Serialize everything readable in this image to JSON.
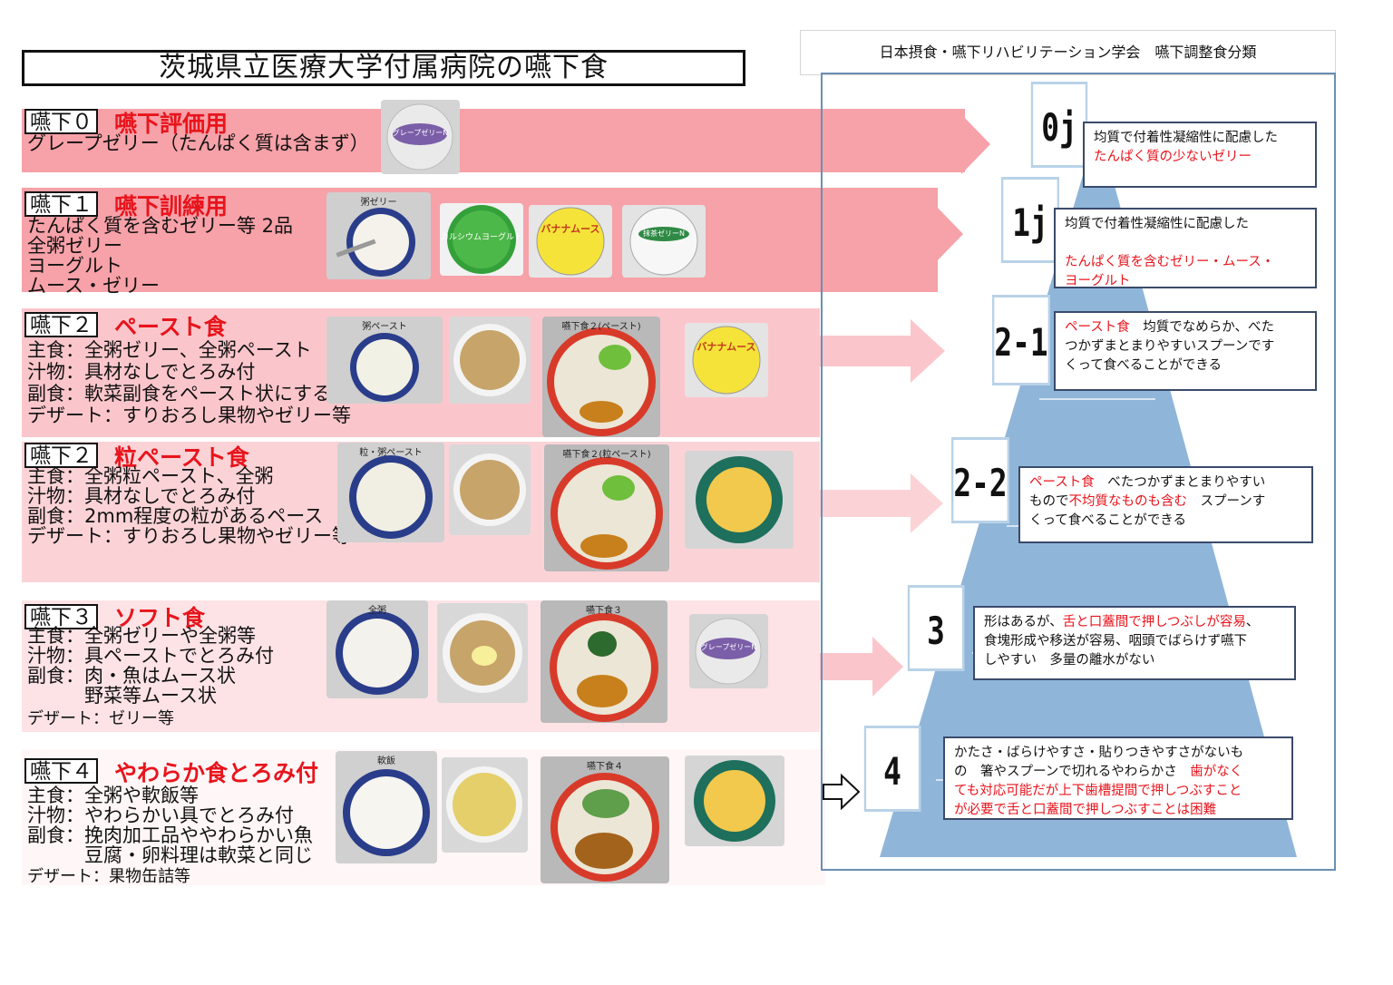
{
  "title": "茨城県立医療大学付属病院の嚥下食",
  "classification_header": "日本摂食・嚥下リハビリテーション学会　嚥下調整食分類",
  "colors": {
    "accent_red": "#e8141c",
    "band_pink": "#f7a1a8",
    "pyramid_blue": "#8fb6d9"
  },
  "rows": [
    {
      "tag": "嚥下０",
      "title": "嚥下評価用",
      "lines": [
        "グレープゼリー（たんぱく質は含まず）"
      ],
      "photo_labels": [
        "グレープゼリーN"
      ]
    },
    {
      "tag": "嚥下１",
      "title": "嚥下訓練用",
      "lines": [
        "たんぱく質を含むゼリー等 2品",
        "全粥ゼリー",
        "ヨーグルト",
        "ムース・ゼリー"
      ],
      "photo_labels": [
        "粥ゼリー",
        "カルシウムヨーグルト",
        "バナナムース",
        "抹茶ゼリーN"
      ]
    },
    {
      "tag": "嚥下２",
      "title": "ペースト食",
      "lines": [
        "主食：全粥ゼリー、全粥ペースト",
        "汁物：具材なしでとろみ付",
        "副食：軟菜副食をペースト状にする",
        "デザート：すりおろし果物やゼリー等"
      ],
      "photo_labels": [
        "粥ペースト",
        "",
        "嚥下食２(ペースト)",
        "バナナムース"
      ]
    },
    {
      "tag": "嚥下２",
      "title": "粒ペースト食",
      "lines": [
        "主食：全粥粒ペースト、全粥",
        "汁物：具材なしでとろみ付",
        "副食：2mm程度の粒があるペース",
        "デザート：すりおろし果物やゼリー等"
      ],
      "photo_labels": [
        "粒・粥ペースト",
        "",
        "嚥下食２(粒ペースト)",
        ""
      ]
    },
    {
      "tag": "嚥下３",
      "title": "ソフト食",
      "lines": [
        "主食：全粥ゼリーや全粥等",
        "汁物：具ペーストでとろみ付",
        "副食：肉・魚はムース状",
        "　　　野菜等ムース状",
        "デザート：ゼリー等"
      ],
      "photo_labels": [
        "全粥",
        "",
        "嚥下食３",
        "グレープゼリーN"
      ]
    },
    {
      "tag": "嚥下４",
      "title": "やわらか食とろみ付",
      "lines": [
        "主食：全粥や軟飯等",
        "汁物：やわらかい具でとろみ付",
        "副食：挽肉加工品ややわらかい魚",
        "　　　豆腐・卵料理は軟菜と同じ",
        "デザート：果物缶詰等"
      ],
      "photo_labels": [
        "軟飯",
        "",
        "嚥下食４",
        ""
      ]
    }
  ],
  "levels": [
    {
      "code": "0j",
      "text": [
        {
          "t": "均質で付着性凝縮性に配慮した",
          "red": false
        },
        {
          "t": "\nたんぱく質の少ないゼリー",
          "red": true
        }
      ]
    },
    {
      "code": "1j",
      "text": [
        {
          "t": "均質で付着性凝縮性に配慮した",
          "red": false
        },
        {
          "t": "\nたんぱく質を含むゼリー・ムース・\nヨーグルト",
          "red": true
        }
      ]
    },
    {
      "code": "2-1",
      "text": [
        {
          "t": "ペースト食",
          "red": true
        },
        {
          "t": "　均質でなめらか、べた\nつかずまとまりやすいスプーンです\nくって食べることができる",
          "red": false
        }
      ]
    },
    {
      "code": "2-2",
      "text": [
        {
          "t": "ペースト食",
          "red": true
        },
        {
          "t": "　べたつかずまとまりやすい\nもので",
          "red": false
        },
        {
          "t": "不均質なものも含む",
          "red": true
        },
        {
          "t": "　スプーンす\nくって食べることができる",
          "red": false
        }
      ]
    },
    {
      "code": "3",
      "text": [
        {
          "t": "形はあるが、",
          "red": false
        },
        {
          "t": "舌と口蓋間で押しつぶしが容易",
          "red": true
        },
        {
          "t": "、\n食塊形成や移送が容易、咽頭でばらけず嚥下\nしやすい　多量の離水がない",
          "red": false
        }
      ]
    },
    {
      "code": "4",
      "text": [
        {
          "t": "かたさ・ばらけやすさ・貼りつきやすさがないも\nの　箸やスプーンで切れるやわらかさ　",
          "red": false
        },
        {
          "t": "歯がなく\nても対応可能だが上下歯槽提間で押しつぶすこと\nが必要で舌と口蓋間で押しつぶすことは困難",
          "red": true
        }
      ]
    }
  ]
}
